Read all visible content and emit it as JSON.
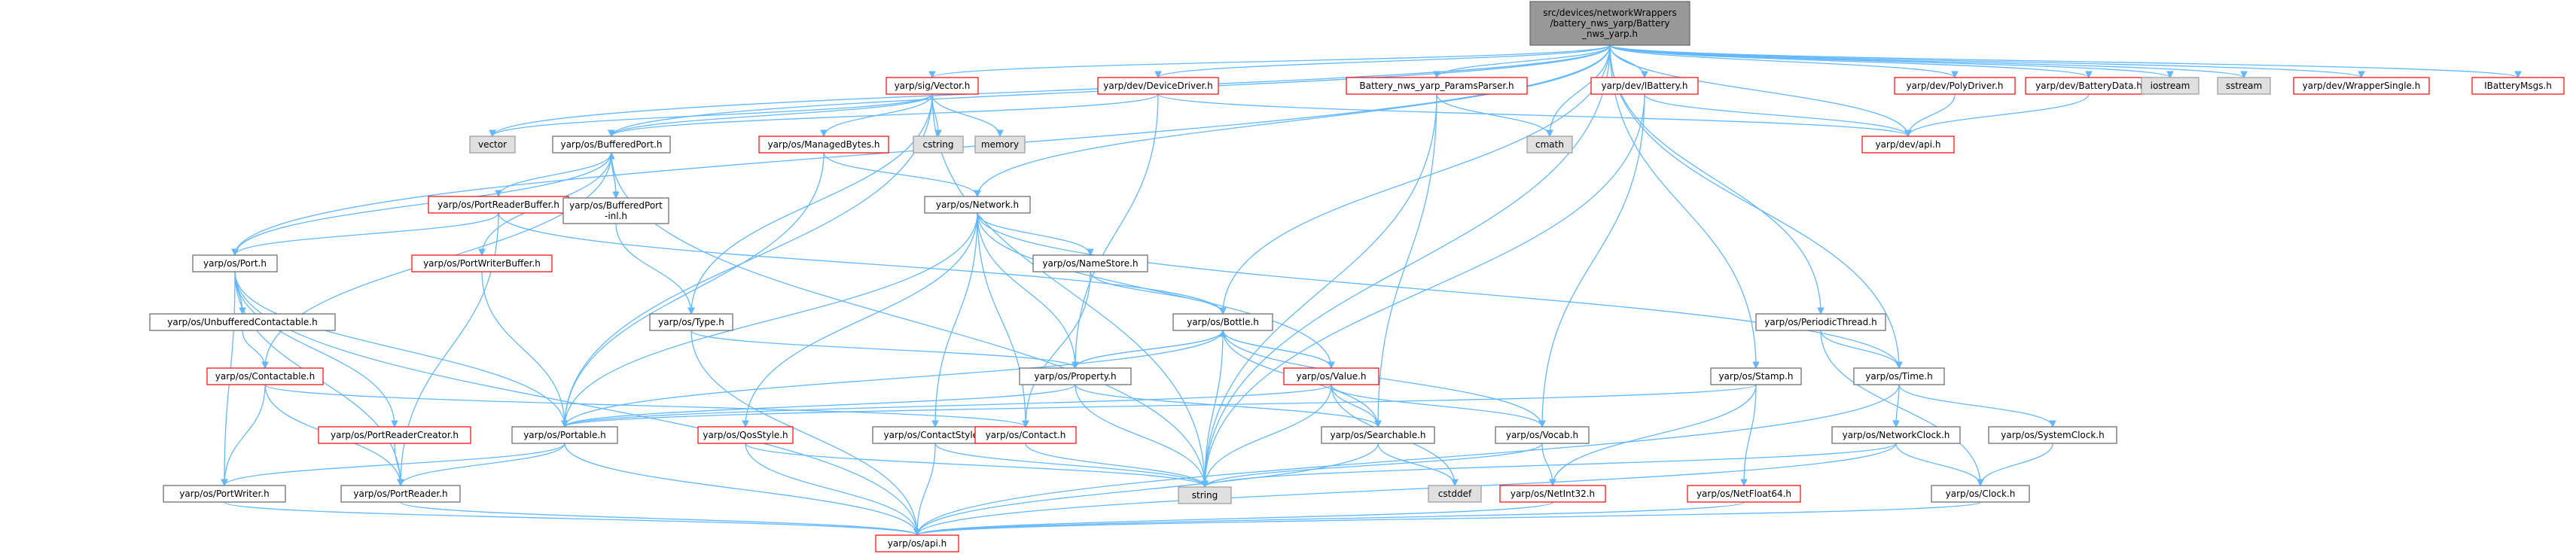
{
  "diagram": {
    "type": "include-dependency-graph",
    "colors": {
      "edge": "#63b8ff",
      "root_fill": "#999999",
      "external_fill": "#e0e0e0",
      "red_border": "#ff0000",
      "black_border": "#666666"
    },
    "nodes": [
      {
        "id": "root",
        "lines": [
          "src/devices/networkWrappers",
          "/battery_nws_yarp/Battery",
          "_nws_yarp.h"
        ],
        "style": "root"
      },
      {
        "id": "sigvector",
        "lines": [
          "yarp/sig/Vector.h"
        ],
        "style": "red"
      },
      {
        "id": "devicedriver",
        "lines": [
          "yarp/dev/DeviceDriver.h"
        ],
        "style": "red"
      },
      {
        "id": "paramsparser",
        "lines": [
          "Battery_nws_yarp_ParamsParser.h"
        ],
        "style": "red"
      },
      {
        "id": "ibattery",
        "lines": [
          "yarp/dev/IBattery.h"
        ],
        "style": "red"
      },
      {
        "id": "polydriver",
        "lines": [
          "yarp/dev/PolyDriver.h"
        ],
        "style": "red"
      },
      {
        "id": "batterydata",
        "lines": [
          "yarp/dev/BatteryData.h"
        ],
        "style": "red"
      },
      {
        "id": "iostream",
        "lines": [
          "iostream"
        ],
        "style": "gray"
      },
      {
        "id": "sstream",
        "lines": [
          "sstream"
        ],
        "style": "gray"
      },
      {
        "id": "wrappersingle",
        "lines": [
          "yarp/dev/WrapperSingle.h"
        ],
        "style": "red"
      },
      {
        "id": "ibatterymsgs",
        "lines": [
          "IBatteryMsgs.h"
        ],
        "style": "red"
      },
      {
        "id": "vector",
        "lines": [
          "vector"
        ],
        "style": "gray"
      },
      {
        "id": "bufferedport",
        "lines": [
          "yarp/os/BufferedPort.h"
        ],
        "style": "black"
      },
      {
        "id": "cstring",
        "lines": [
          "cstring"
        ],
        "style": "gray"
      },
      {
        "id": "memory",
        "lines": [
          "memory"
        ],
        "style": "gray"
      },
      {
        "id": "managedbytes",
        "lines": [
          "yarp/os/ManagedBytes.h"
        ],
        "style": "red"
      },
      {
        "id": "cmath",
        "lines": [
          "cmath"
        ],
        "style": "gray"
      },
      {
        "id": "devapi",
        "lines": [
          "yarp/dev/api.h"
        ],
        "style": "red"
      },
      {
        "id": "portreaderbuffer",
        "lines": [
          "yarp/os/PortReaderBuffer.h"
        ],
        "style": "red"
      },
      {
        "id": "bufferedportinl",
        "lines": [
          "yarp/os/BufferedPort",
          "-inl.h"
        ],
        "style": "black"
      },
      {
        "id": "network",
        "lines": [
          "yarp/os/Network.h"
        ],
        "style": "black"
      },
      {
        "id": "port",
        "lines": [
          "yarp/os/Port.h"
        ],
        "style": "black"
      },
      {
        "id": "portwriterbuffer",
        "lines": [
          "yarp/os/PortWriterBuffer.h"
        ],
        "style": "red"
      },
      {
        "id": "namestore",
        "lines": [
          "yarp/os/NameStore.h"
        ],
        "style": "black"
      },
      {
        "id": "unbuffered",
        "lines": [
          "yarp/os/UnbufferedContactable.h"
        ],
        "style": "black"
      },
      {
        "id": "type",
        "lines": [
          "yarp/os/Type.h"
        ],
        "style": "black"
      },
      {
        "id": "bottle",
        "lines": [
          "yarp/os/Bottle.h"
        ],
        "style": "black"
      },
      {
        "id": "periodicthread",
        "lines": [
          "yarp/os/PeriodicThread.h"
        ],
        "style": "black"
      },
      {
        "id": "contactable",
        "lines": [
          "yarp/os/Contactable.h"
        ],
        "style": "red"
      },
      {
        "id": "property",
        "lines": [
          "yarp/os/Property.h"
        ],
        "style": "black"
      },
      {
        "id": "value",
        "lines": [
          "yarp/os/Value.h"
        ],
        "style": "red"
      },
      {
        "id": "stamp",
        "lines": [
          "yarp/os/Stamp.h"
        ],
        "style": "black"
      },
      {
        "id": "time",
        "lines": [
          "yarp/os/Time.h"
        ],
        "style": "black"
      },
      {
        "id": "portreadercreator",
        "lines": [
          "yarp/os/PortReaderCreator.h"
        ],
        "style": "red"
      },
      {
        "id": "portable",
        "lines": [
          "yarp/os/Portable.h"
        ],
        "style": "black"
      },
      {
        "id": "qosstyle",
        "lines": [
          "yarp/os/QosStyle.h"
        ],
        "style": "red"
      },
      {
        "id": "contactstyle",
        "lines": [
          "yarp/os/ContactStyle.h"
        ],
        "style": "black"
      },
      {
        "id": "contact",
        "lines": [
          "yarp/os/Contact.h"
        ],
        "style": "red"
      },
      {
        "id": "searchable",
        "lines": [
          "yarp/os/Searchable.h"
        ],
        "style": "black"
      },
      {
        "id": "vocab",
        "lines": [
          "yarp/os/Vocab.h"
        ],
        "style": "black"
      },
      {
        "id": "networkclock",
        "lines": [
          "yarp/os/NetworkClock.h"
        ],
        "style": "black"
      },
      {
        "id": "systemclock",
        "lines": [
          "yarp/os/SystemClock.h"
        ],
        "style": "black"
      },
      {
        "id": "portwriter",
        "lines": [
          "yarp/os/PortWriter.h"
        ],
        "style": "black"
      },
      {
        "id": "portreader",
        "lines": [
          "yarp/os/PortReader.h"
        ],
        "style": "black"
      },
      {
        "id": "string",
        "lines": [
          "string"
        ],
        "style": "gray"
      },
      {
        "id": "cstddef",
        "lines": [
          "cstddef"
        ],
        "style": "gray"
      },
      {
        "id": "netint32",
        "lines": [
          "yarp/os/NetInt32.h"
        ],
        "style": "red"
      },
      {
        "id": "netfloat64",
        "lines": [
          "yarp/os/NetFloat64.h"
        ],
        "style": "red"
      },
      {
        "id": "clock",
        "lines": [
          "yarp/os/Clock.h"
        ],
        "style": "black"
      },
      {
        "id": "osapi",
        "lines": [
          "yarp/os/api.h"
        ],
        "style": "red"
      }
    ],
    "edges": [
      [
        "root",
        "sigvector"
      ],
      [
        "root",
        "devicedriver"
      ],
      [
        "root",
        "paramsparser"
      ],
      [
        "root",
        "ibattery"
      ],
      [
        "root",
        "polydriver"
      ],
      [
        "root",
        "batterydata"
      ],
      [
        "root",
        "iostream"
      ],
      [
        "root",
        "sstream"
      ],
      [
        "root",
        "wrappersingle"
      ],
      [
        "root",
        "ibatterymsgs"
      ],
      [
        "root",
        "vector"
      ],
      [
        "root",
        "bufferedport"
      ],
      [
        "root",
        "port"
      ],
      [
        "root",
        "network"
      ],
      [
        "root",
        "bottle"
      ],
      [
        "root",
        "cmath"
      ],
      [
        "root",
        "string"
      ],
      [
        "root",
        "stamp"
      ],
      [
        "root",
        "periodicthread"
      ],
      [
        "root",
        "time"
      ],
      [
        "root",
        "devapi"
      ],
      [
        "sigvector",
        "vector"
      ],
      [
        "sigvector",
        "cstring"
      ],
      [
        "sigvector",
        "memory"
      ],
      [
        "sigvector",
        "managedbytes"
      ],
      [
        "sigvector",
        "bufferedport"
      ],
      [
        "sigvector",
        "type"
      ],
      [
        "sigvector",
        "portable"
      ],
      [
        "sigvector",
        "string"
      ],
      [
        "devicedriver",
        "property"
      ],
      [
        "devicedriver",
        "devapi"
      ],
      [
        "devicedriver",
        "bufferedport"
      ],
      [
        "paramsparser",
        "cmath"
      ],
      [
        "paramsparser",
        "searchable"
      ],
      [
        "paramsparser",
        "string"
      ],
      [
        "ibattery",
        "devapi"
      ],
      [
        "ibattery",
        "vocab"
      ],
      [
        "ibattery",
        "string"
      ],
      [
        "polydriver",
        "devapi"
      ],
      [
        "batterydata",
        "devapi"
      ],
      [
        "bufferedport",
        "portreaderbuffer"
      ],
      [
        "bufferedport",
        "portwriterbuffer"
      ],
      [
        "bufferedport",
        "bufferedportinl"
      ],
      [
        "bufferedport",
        "port"
      ],
      [
        "bufferedport",
        "contactable"
      ],
      [
        "bufferedport",
        "string"
      ],
      [
        "bufferedportinl",
        "bufferedport"
      ],
      [
        "bufferedportinl",
        "type"
      ],
      [
        "managedbytes",
        "network"
      ],
      [
        "managedbytes",
        "portable"
      ],
      [
        "portreaderbuffer",
        "port"
      ],
      [
        "portreaderbuffer",
        "bottle"
      ],
      [
        "portreaderbuffer",
        "portreader"
      ],
      [
        "portwriterbuffer",
        "portable"
      ],
      [
        "network",
        "namestore"
      ],
      [
        "network",
        "property"
      ],
      [
        "network",
        "contactstyle"
      ],
      [
        "network",
        "contact"
      ],
      [
        "network",
        "portable"
      ],
      [
        "network",
        "qosstyle"
      ],
      [
        "network",
        "value"
      ],
      [
        "network",
        "time"
      ],
      [
        "namestore",
        "contact"
      ],
      [
        "namestore",
        "bottle"
      ],
      [
        "port",
        "unbuffered"
      ],
      [
        "port",
        "portreadercreator"
      ],
      [
        "port",
        "portwriter"
      ],
      [
        "port",
        "portreader"
      ],
      [
        "port",
        "portable"
      ],
      [
        "port",
        "osapi"
      ],
      [
        "unbuffered",
        "contactable"
      ],
      [
        "contactable",
        "contact"
      ],
      [
        "contactable",
        "portwriter"
      ],
      [
        "contactable",
        "portreader"
      ],
      [
        "type",
        "property"
      ],
      [
        "type",
        "osapi"
      ],
      [
        "bottle",
        "property"
      ],
      [
        "bottle",
        "value"
      ],
      [
        "bottle",
        "searchable"
      ],
      [
        "bottle",
        "portable"
      ],
      [
        "bottle",
        "string"
      ],
      [
        "bottle",
        "vocab"
      ],
      [
        "property",
        "bottle"
      ],
      [
        "property",
        "portable"
      ],
      [
        "property",
        "searchable"
      ],
      [
        "property",
        "string"
      ],
      [
        "value",
        "bottle"
      ],
      [
        "value",
        "portable"
      ],
      [
        "value",
        "searchable"
      ],
      [
        "value",
        "vocab"
      ],
      [
        "value",
        "string"
      ],
      [
        "value",
        "cstddef"
      ],
      [
        "periodicthread",
        "time"
      ],
      [
        "periodicthread",
        "clock"
      ],
      [
        "stamp",
        "portable"
      ],
      [
        "stamp",
        "netint32"
      ],
      [
        "stamp",
        "netfloat64"
      ],
      [
        "time",
        "networkclock"
      ],
      [
        "time",
        "systemclock"
      ],
      [
        "time",
        "osapi"
      ],
      [
        "networkclock",
        "clock"
      ],
      [
        "networkclock",
        "string"
      ],
      [
        "networkclock",
        "osapi"
      ],
      [
        "systemclock",
        "clock"
      ],
      [
        "portreadercreator",
        "portreader"
      ],
      [
        "portable",
        "portwriter"
      ],
      [
        "portable",
        "portreader"
      ],
      [
        "portable",
        "osapi"
      ],
      [
        "qosstyle",
        "string"
      ],
      [
        "qosstyle",
        "osapi"
      ],
      [
        "contactstyle",
        "string"
      ],
      [
        "contactstyle",
        "osapi"
      ],
      [
        "contact",
        "string"
      ],
      [
        "searchable",
        "cstddef"
      ],
      [
        "searchable",
        "osapi"
      ],
      [
        "vocab",
        "netint32"
      ],
      [
        "vocab",
        "string"
      ],
      [
        "netint32",
        "osapi"
      ],
      [
        "netfloat64",
        "osapi"
      ],
      [
        "clock",
        "osapi"
      ],
      [
        "portwriter",
        "osapi"
      ],
      [
        "portreader",
        "osapi"
      ]
    ]
  }
}
